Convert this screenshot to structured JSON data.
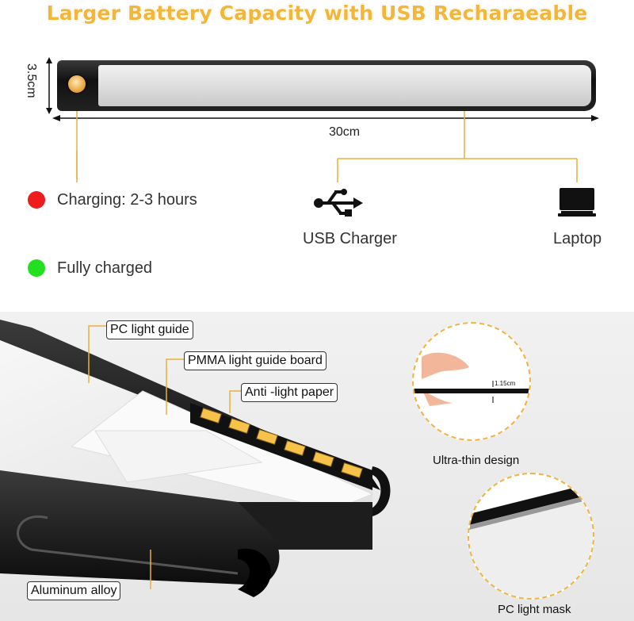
{
  "header": {
    "title": "Larger Battery Capacity with USB Recharaeable"
  },
  "dimensions": {
    "height": "3.5cm",
    "length": "30cm"
  },
  "indicators": [
    {
      "label": "Charging: 2-3 hours",
      "color": "#ee1c1c"
    },
    {
      "label": "Fully charged",
      "color": "#22e01f"
    }
  ],
  "connections": [
    {
      "label": "USB Charger",
      "icon": "usb-icon"
    },
    {
      "label": "Laptop",
      "icon": "laptop-icon"
    }
  ],
  "structure": {
    "pc_light_guide": "PC light guide",
    "pmma_board": "PMMA light guide board",
    "anti_light_paper": "Anti -light paper",
    "aluminum_alloy": "Aluminum alloy"
  },
  "details": {
    "thickness": "1.15cm",
    "ultra_thin": "Ultra-thin design",
    "light_mask": "PC light mask"
  },
  "colors": {
    "accent": "#f3b63a",
    "callout_line": "#e7b13c"
  }
}
